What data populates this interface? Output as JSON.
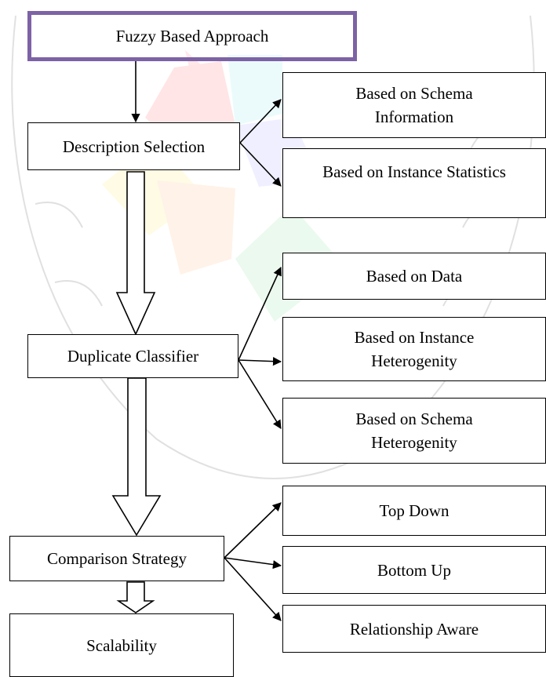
{
  "diagram": {
    "title": "Fuzzy Based Approach",
    "stages": {
      "description_selection": "Description Selection",
      "duplicate_classifier": "Duplicate Classifier",
      "comparison_strategy": "Comparison Strategy",
      "scalability": "Scalability"
    },
    "description_selection_branches": [
      "Based on Schema\nInformation",
      "Based on Instance Statistics"
    ],
    "duplicate_classifier_branches": [
      "Based on Data",
      "Based on Instance\nHeterogenity",
      "Based on Schema\nHeterogenity"
    ],
    "comparison_strategy_branches": [
      "Top Down",
      "Bottom Up",
      "Relationship Aware"
    ]
  },
  "colors": {
    "title_border": "#7d62a5",
    "box_border": "#000000",
    "arrow": "#000000"
  }
}
